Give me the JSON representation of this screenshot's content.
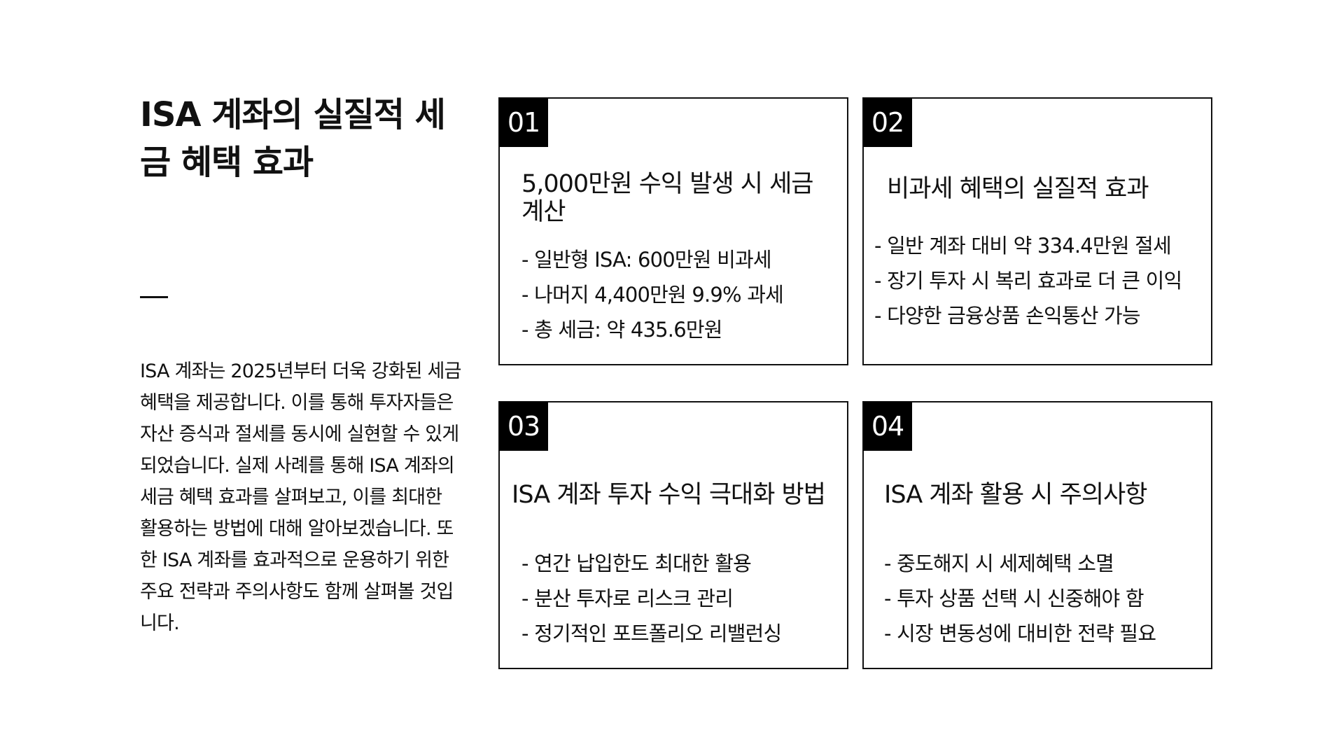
{
  "title": "ISA 계좌의 실질적 세금 혜택 효과",
  "intro": "ISA 계좌는 2025년부터 더욱 강화된 세금 혜택을 제공합니다. 이를 통해 투자자들은 자산 증식과 절세를 동시에 실현할 수 있게 되었습니다. 실제 사례를 통해 ISA 계좌의 세금 혜택 효과를 살펴보고, 이를 최대한 활용하는 방법에 대해 알아보겠습니다. 또한 ISA 계좌를 효과적으로 운용하기 위한 주요 전략과 주의사항도 함께 살펴볼 것입니다.",
  "cards": [
    {
      "number": "01",
      "title": "5,000만원 수익 발생 시 세금 계산",
      "items": [
        "- 일반형 ISA: 600만원 비과세",
        "- 나머지 4,400만원 9.9% 과세",
        "- 총 세금: 약 435.6만원"
      ]
    },
    {
      "number": "02",
      "title": "비과세 혜택의 실질적 효과",
      "items": [
        "- 일반 계좌 대비 약 334.4만원 절세",
        "- 장기 투자 시 복리 효과로 더 큰 이익",
        "- 다양한 금융상품 손익통산 가능"
      ]
    },
    {
      "number": "03",
      "title": "ISA 계좌 투자 수익 극대화 방법",
      "items": [
        "- 연간 납입한도 최대한 활용",
        "- 분산 투자로 리스크 관리",
        "- 정기적인 포트폴리오 리밸런싱"
      ]
    },
    {
      "number": "04",
      "title": "ISA 계좌 활용 시 주의사항",
      "items": [
        "- 중도해지 시 세제혜택 소멸",
        "- 투자 상품 선택 시 신중해야 함",
        "- 시장 변동성에 대비한 전략 필요"
      ]
    }
  ]
}
